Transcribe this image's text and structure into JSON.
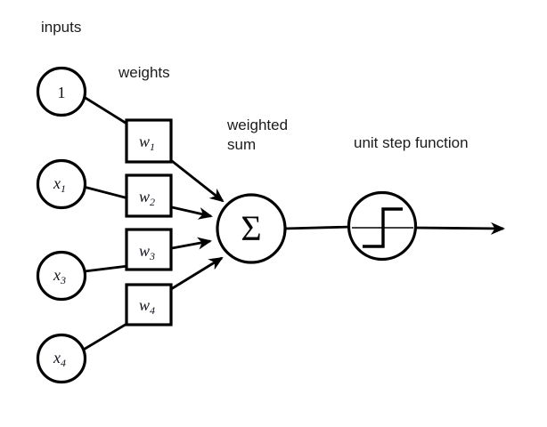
{
  "diagram": {
    "background": "#ffffff",
    "stroke_color": "#000000",
    "text_color": "#1c1c1c",
    "labels": {
      "inputs": "inputs",
      "weights": "weights",
      "weighted_sum_line1": "weighted",
      "weighted_sum_line2": "sum",
      "unit_step_function": "unit step function"
    },
    "input_nodes": [
      {
        "base": "1",
        "sub": ""
      },
      {
        "base": "x",
        "sub": "1"
      },
      {
        "base": "x",
        "sub": "3"
      },
      {
        "base": "x",
        "sub": "4"
      }
    ],
    "weight_nodes": [
      {
        "base": "w",
        "sub": "1"
      },
      {
        "base": "w",
        "sub": "2"
      },
      {
        "base": "w",
        "sub": "3"
      },
      {
        "base": "w",
        "sub": "4"
      }
    ],
    "sum_node": {
      "symbol": "Σ"
    }
  }
}
